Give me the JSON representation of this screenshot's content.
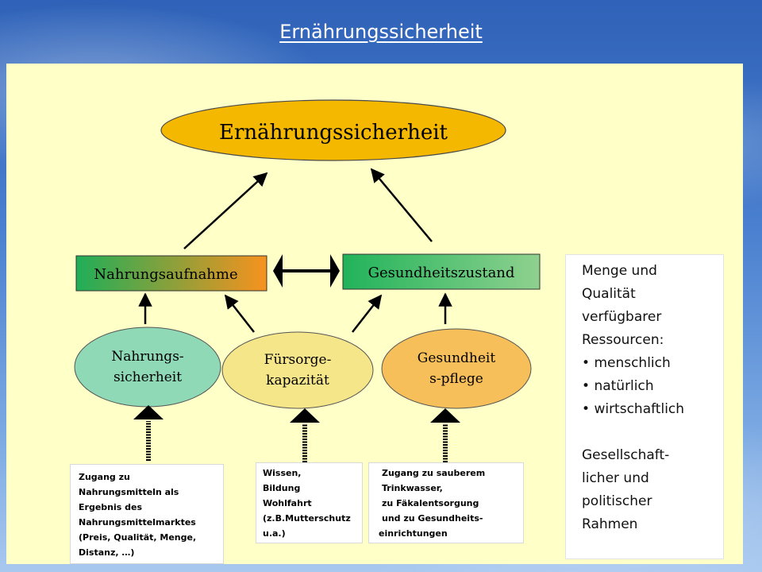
{
  "slide_title": "Ernährungssicherheit",
  "diagram": {
    "top_ellipse": "Ernährungssicherheit",
    "box_left": "Nahrungsaufnahme",
    "box_right": "Gesundheitszustand",
    "ellipse_left": [
      "Nahrungs-",
      "sicherheit"
    ],
    "ellipse_mid": [
      "Fürsorge-",
      "kapazität"
    ],
    "ellipse_right": [
      "Gesundheit",
      "s-pflege"
    ],
    "colors": {
      "top_ellipse": "#f5b800",
      "box_left_from": "#1fae58",
      "box_left_to": "#f7921e",
      "box_right_from": "#21b35a",
      "box_right_to": "#8fd18f",
      "ellipse_left": "#8fd9b7",
      "ellipse_mid": "#f6e68a",
      "ellipse_right": "#f7bf5a"
    }
  },
  "bottom_boxes": {
    "left": [
      "Zugang zu",
      "Nahrungsmitteln als",
      "Ergebnis des",
      "Nahrungsmittelmarktes",
      "(Preis, Qualität, Menge,",
      "Distanz, …)"
    ],
    "mid": [
      "Wissen,",
      "Bildung",
      "Wohlfahrt",
      "(z.B.Mutterschutz",
      "u.a.)"
    ],
    "right": [
      "Zugang zu sauberem",
      "Trinkwasser,",
      "zu Fäkalentsorgung",
      "und zu Gesundheits-",
      "einrichtungen"
    ]
  },
  "side_note": {
    "lines_a": [
      "Menge und",
      "Qualität",
      "verfügbarer",
      "Ressourcen:"
    ],
    "bullets": [
      "menschlich",
      "natürlich",
      "wirtschaftlich"
    ],
    "bullet_char": "•",
    "lines_b": [
      "Gesellschaft-",
      "licher und",
      "politischer",
      "Rahmen"
    ]
  }
}
